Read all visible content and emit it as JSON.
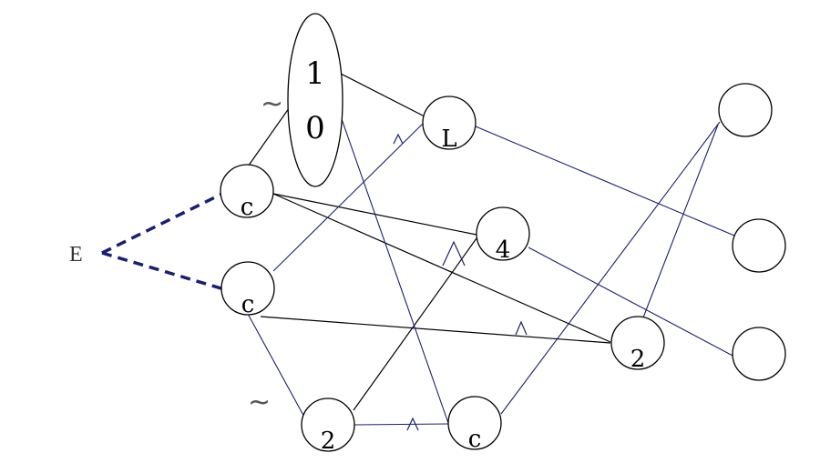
{
  "diagram": {
    "source_label": "E",
    "top_node_values": [
      "1",
      "0"
    ],
    "node_labels": {
      "n_left_top": "c",
      "n_left_bottom": "c",
      "n_mid_top": "L",
      "n_mid_center": "4",
      "n_bottom_left": "2",
      "n_bottom_right": "c",
      "n_right_center": "2",
      "n_far_top": "",
      "n_far_mid": "",
      "n_far_bottom": ""
    },
    "tilde_marks": [
      "~",
      "~"
    ],
    "colors": {
      "black_edges": "#000000",
      "navy_edges": "#1b1f6e"
    }
  }
}
